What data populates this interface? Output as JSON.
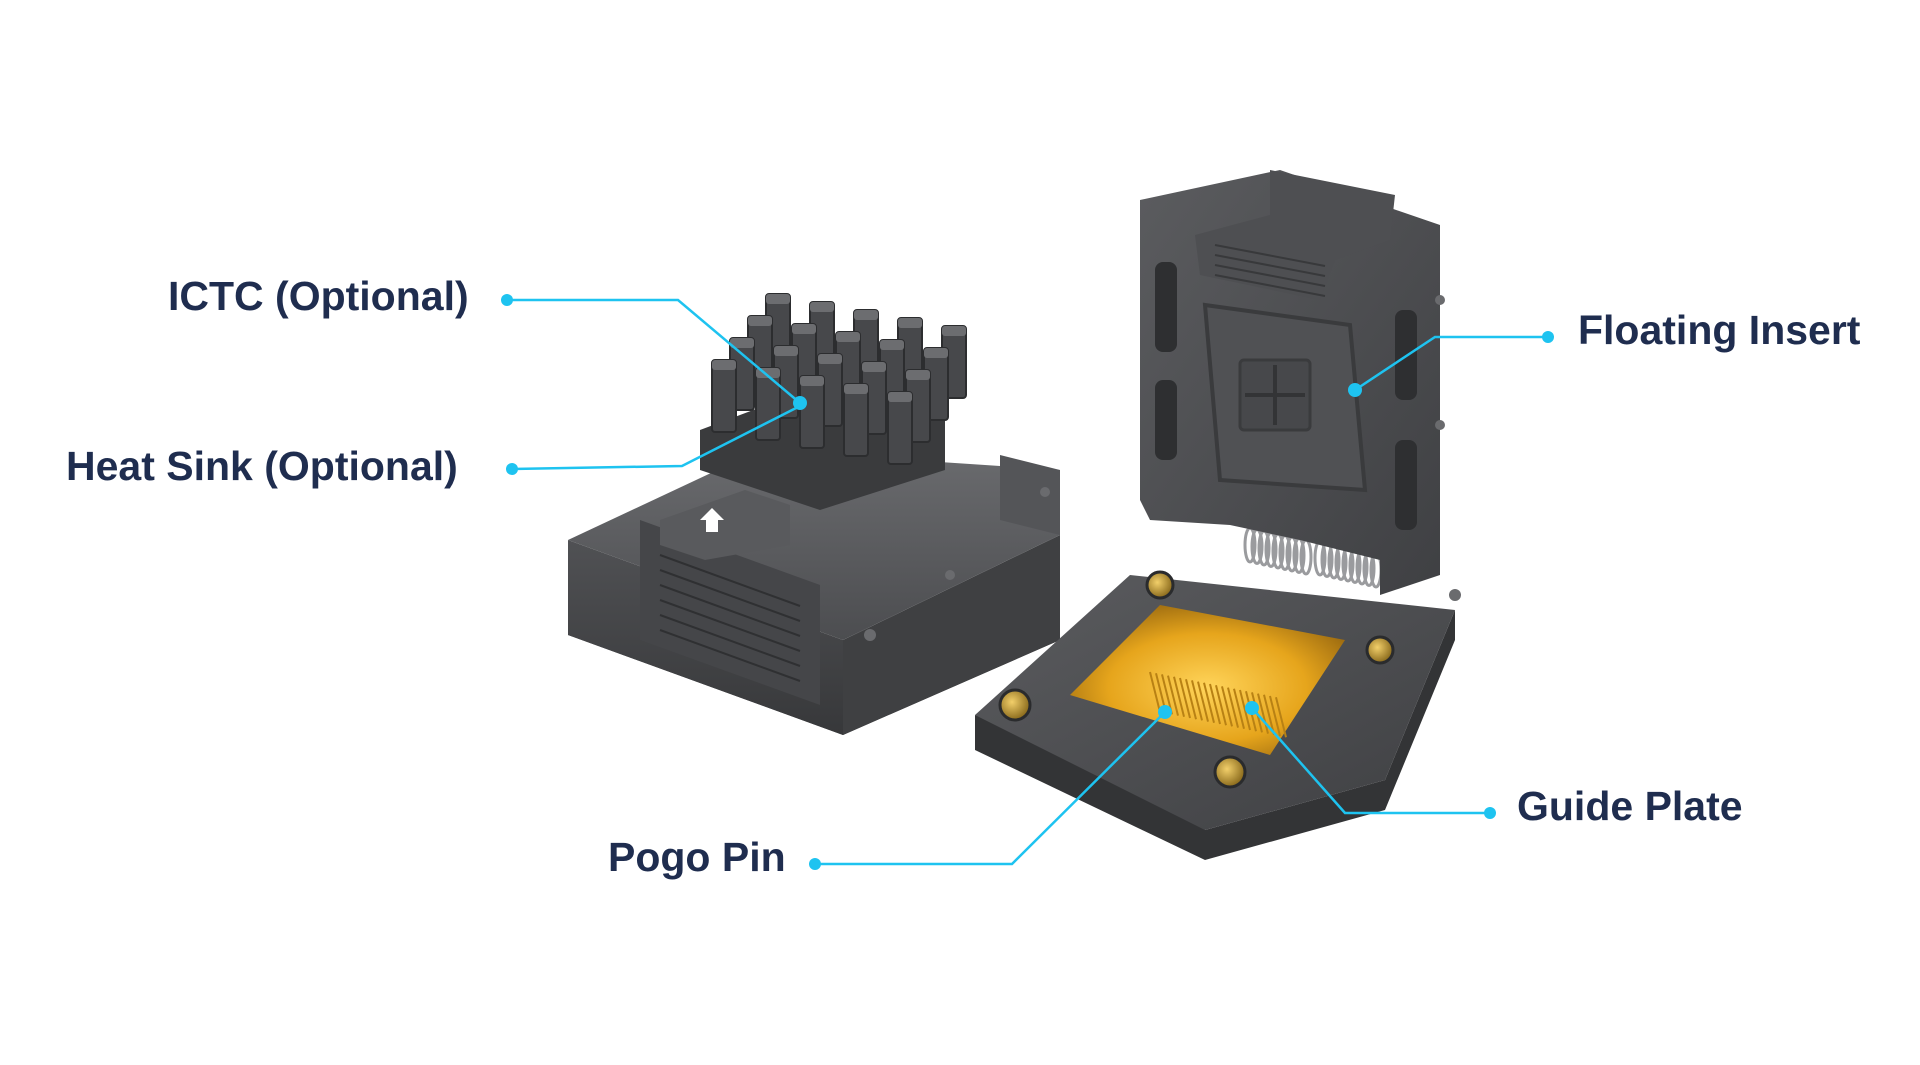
{
  "labels": {
    "ictc": "ICTC (Optional)",
    "heat_sink": "Heat Sink (Optional)",
    "floating_insert": "Floating Insert",
    "guide_plate": "Guide Plate",
    "pogo_pin": "Pogo Pin"
  },
  "colors": {
    "label_text": "#1f2d4f",
    "leader_line": "#1ec3f0",
    "socket_body": "#4a4b4d",
    "guide_plate": "#e3a21a"
  }
}
